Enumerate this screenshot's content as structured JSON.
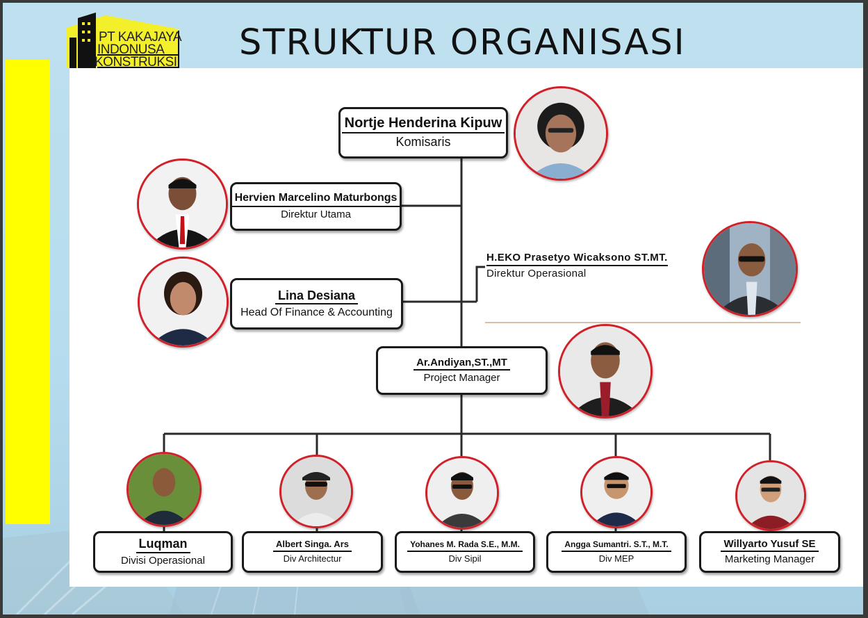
{
  "title": "STRUKTUR ORGANISASI",
  "logo": {
    "line1": "PT KAKAJAYA",
    "line2": "INDONUSA",
    "line3": "KONSTRUKSI"
  },
  "colors": {
    "accent_yellow": "#ffff00",
    "photo_ring": "#d0212a",
    "line": "#2b2b2b",
    "background": "#b5dcee"
  },
  "people": {
    "komisaris": {
      "name": "Nortje Henderina Kipuw",
      "role": "Komisaris"
    },
    "direktur_utama": {
      "name": "Hervien Marcelino Maturbongs",
      "role": "Direktur Utama"
    },
    "direktur_operasional": {
      "name": "H.EKO Prasetyo Wicaksono ST.MT.",
      "role": "Direktur Operasional"
    },
    "finance": {
      "name": "Lina Desiana",
      "role": "Head Of Finance & Accounting"
    },
    "project_manager": {
      "name": "Ar.Andiyan,ST.,MT",
      "role": "Project Manager"
    },
    "divisions": [
      {
        "name": "Luqman",
        "role": "Divisi Operasional"
      },
      {
        "name": "Albert Singa. Ars",
        "role": "Div Architectur"
      },
      {
        "name": "Yohanes M. Rada S.E., M.M.",
        "role": "Div Sipil"
      },
      {
        "name": "Angga Sumantri. S.T., M.T.",
        "role": "Div MEP"
      },
      {
        "name": "Willyarto Yusuf SE",
        "role": "Marketing Manager"
      }
    ]
  }
}
